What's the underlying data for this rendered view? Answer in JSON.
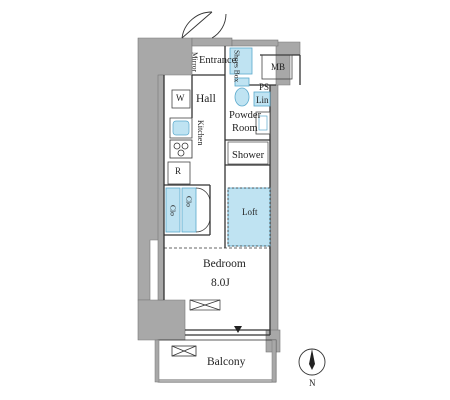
{
  "floorplan": {
    "rooms": {
      "entrance": "Entrance",
      "mirror": "Mirror",
      "shoes_box": "Shoes Box",
      "mb": "MB",
      "ps": "PS",
      "lin": "Lin",
      "w": "W",
      "hall": "Hall",
      "powder_room": "Powder Room",
      "powder_line1": "Powder",
      "powder_line2": "Room",
      "kitchen": "Kitchen",
      "shower": "Shower",
      "r": "R",
      "clo": "Clo",
      "loft": "Loft",
      "bedroom": "Bedroom",
      "bedroom_size": "8.0J",
      "balcony": "Balcony"
    },
    "compass": {
      "label": "N",
      "icon": "north-arrow-icon"
    },
    "colors": {
      "wall": "#a8a8a8",
      "wall_dark": "#8c8c8c",
      "fixture_blue": "#bfe3f2",
      "fixture_stroke": "#5aa9cc",
      "line": "#444444"
    }
  }
}
